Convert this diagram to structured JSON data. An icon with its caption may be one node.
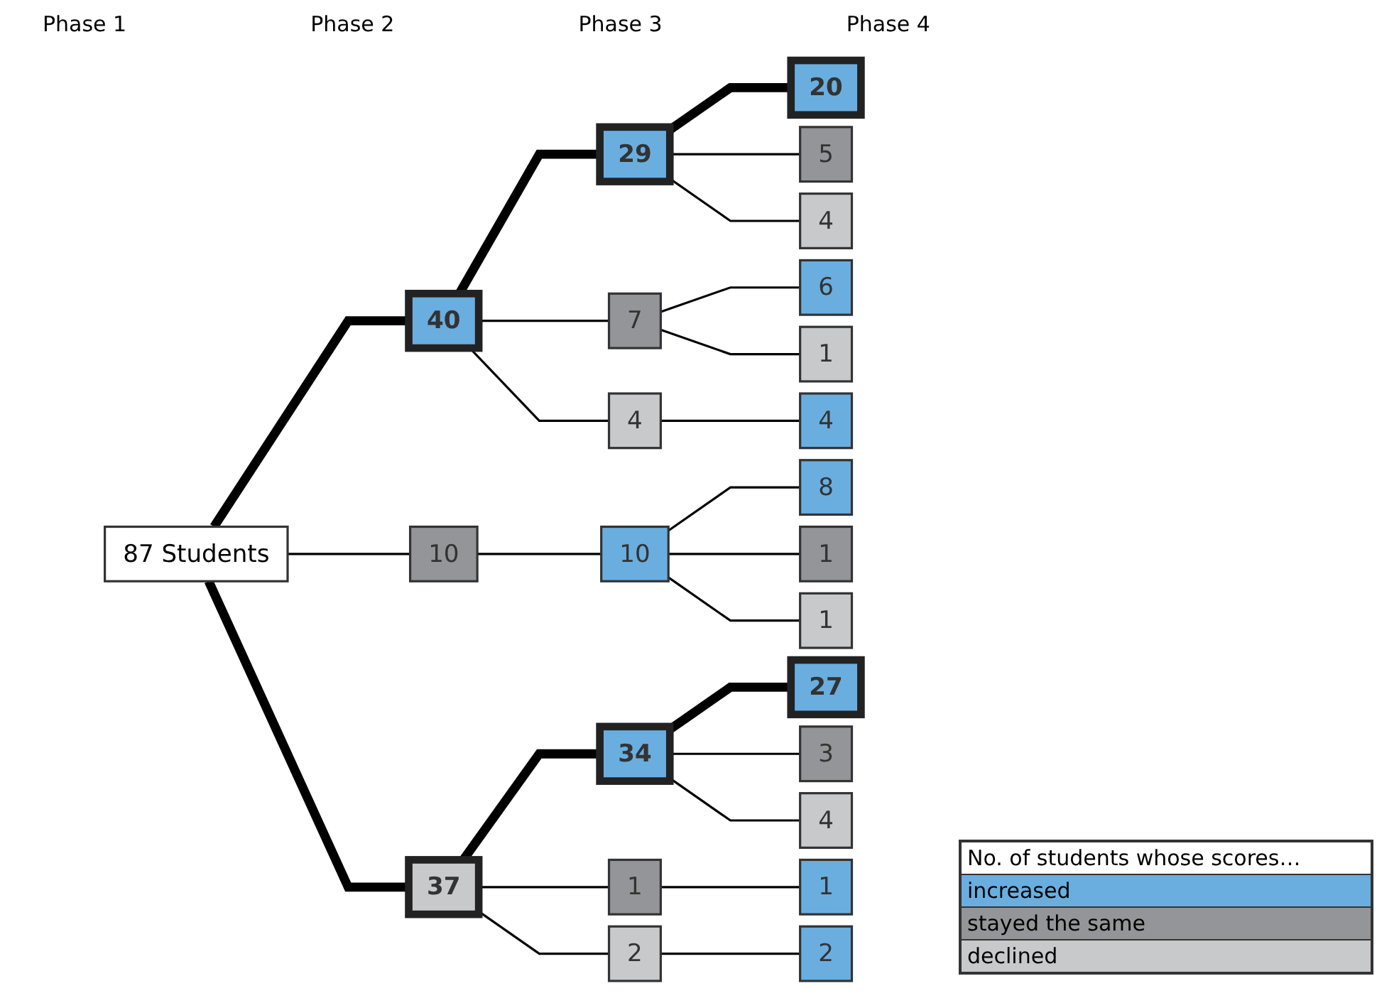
{
  "diagram": {
    "nodes": [
      {
        "text": [
          "87 Students"
        ]
      },
      {
        "text": [
          "40"
        ]
      },
      {
        "text": [
          "10"
        ]
      },
      {
        "text": [
          "37"
        ]
      },
      {
        "text": [
          "29"
        ]
      },
      {
        "text": [
          "7"
        ]
      },
      {
        "text": [
          "4"
        ]
      },
      {
        "text": [
          "10"
        ]
      },
      {
        "text": [
          "34"
        ]
      },
      {
        "text": [
          "1"
        ]
      },
      {
        "text": [
          "2"
        ]
      },
      {
        "text": [
          "20"
        ]
      },
      {
        "text": [
          "5"
        ]
      },
      {
        "text": [
          "4"
        ]
      },
      {
        "text": [
          "6"
        ]
      },
      {
        "text": [
          "1"
        ]
      },
      {
        "text": [
          "4"
        ]
      },
      {
        "text": [
          "8"
        ]
      },
      {
        "text": [
          "1"
        ]
      },
      {
        "text": [
          "1"
        ]
      },
      {
        "text": [
          "27"
        ]
      },
      {
        "text": [
          "3"
        ]
      },
      {
        "text": [
          "4"
        ]
      },
      {
        "text": [
          "1"
        ]
      },
      {
        "text": [
          "2"
        ]
      }
    ],
    "edges": [
      {
        "from": 0,
        "to": 1,
        "arrow": "none",
        "style": "thick"
      },
      {
        "from": 0,
        "to": 2,
        "arrow": "none"
      },
      {
        "from": 0,
        "to": 3,
        "arrow": "none",
        "style": "thick"
      },
      {
        "from": 1,
        "to": 4,
        "arrow": "none",
        "style": "thick"
      },
      {
        "from": 1,
        "to": 5,
        "arrow": "none"
      },
      {
        "from": 1,
        "to": 6,
        "arrow": "none"
      },
      {
        "from": 2,
        "to": 7,
        "arrow": "none"
      },
      {
        "from": 3,
        "to": 8,
        "arrow": "none",
        "style": "thick"
      },
      {
        "from": 3,
        "to": 9,
        "arrow": "none"
      },
      {
        "from": 3,
        "to": 10,
        "arrow": "none"
      },
      {
        "from": 4,
        "to": 11,
        "arrow": "none",
        "style": "thick"
      },
      {
        "from": 4,
        "to": 12,
        "arrow": "none"
      },
      {
        "from": 4,
        "to": 13,
        "arrow": "none"
      },
      {
        "from": 5,
        "to": 14,
        "arrow": "none"
      },
      {
        "from": 5,
        "to": 15,
        "arrow": "none"
      },
      {
        "from": 6,
        "to": 16,
        "arrow": "none"
      },
      {
        "from": 7,
        "to": 17,
        "arrow": "none"
      },
      {
        "from": 7,
        "to": 18,
        "arrow": "none"
      },
      {
        "from": 7,
        "to": 19,
        "arrow": "none"
      },
      {
        "from": 8,
        "to": 20,
        "arrow": "none",
        "style": "thick"
      },
      {
        "from": 8,
        "to": 21,
        "arrow": "none"
      },
      {
        "from": 8,
        "to": 22,
        "arrow": "none"
      },
      {
        "from": 9,
        "to": 23,
        "arrow": "none"
      },
      {
        "from": 10,
        "to": 24,
        "arrow": "none"
      }
    ],
    "labels": [
      "Phase 1",
      "Phase 2",
      "Phase 3",
      "Phase 4",
      "No. of students whose scores…"
    ],
    "legend": [
      {
        "text": "increased",
        "color": "#6aaee0"
      },
      {
        "text": "stayed the same",
        "color": "#939598"
      },
      {
        "text": "declined",
        "color": "#c8c9cb"
      }
    ]
  }
}
